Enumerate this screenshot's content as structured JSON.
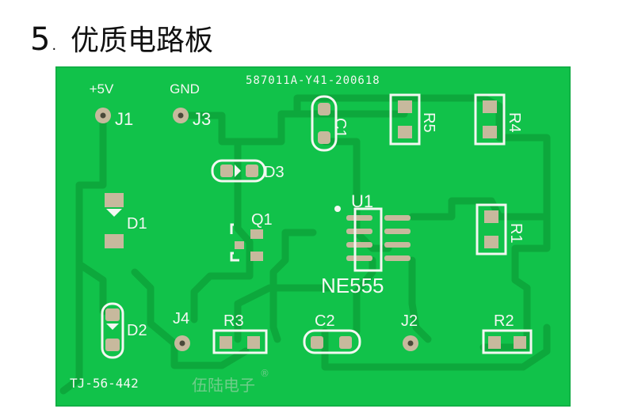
{
  "heading": {
    "number": "5",
    "title": "优质电路板"
  },
  "board": {
    "colors": {
      "solder_mask": "#11c24a",
      "trace": "#0da83c",
      "silkscreen": "#f4f7f2",
      "copper_pad": "#c7b99d",
      "ic_body": "#0b0b0b"
    },
    "revision": "587011A-Y41-200618",
    "part_number": "TJ-56-442",
    "brand": "伍陆电子",
    "brand_mark": "®",
    "labels": {
      "vcc": "+5V",
      "gnd": "GND",
      "j1": "J1",
      "j2": "J2",
      "j3": "J3",
      "j4": "J4",
      "d1": "D1",
      "d2": "D2",
      "d3": "D3",
      "q1": "Q1",
      "u1": "U1",
      "ic_name": "NE555",
      "c1": "C1",
      "c2": "C2",
      "r1": "R1",
      "r2": "R2",
      "r3": "R3",
      "r4": "R4",
      "r5": "R5"
    }
  }
}
